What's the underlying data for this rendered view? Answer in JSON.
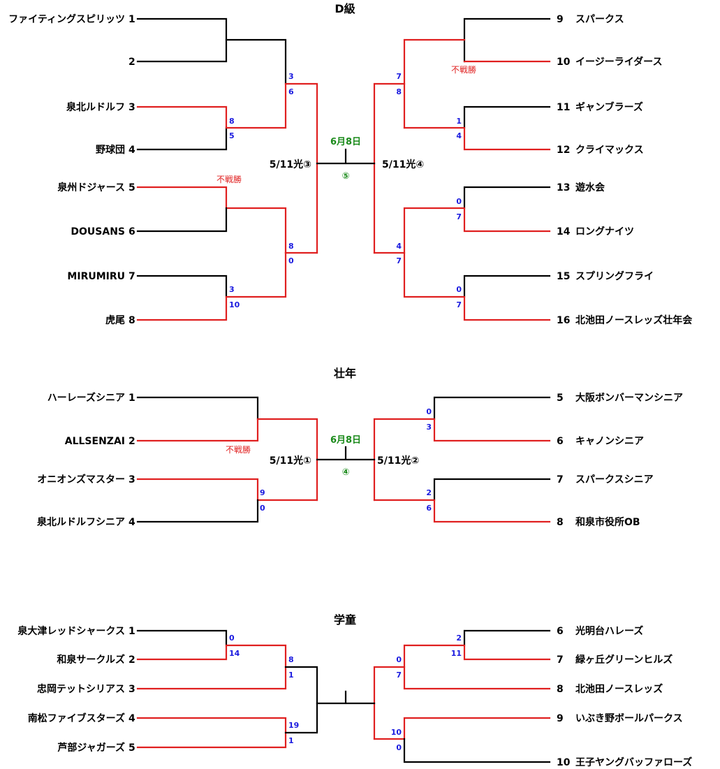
{
  "colors": {
    "win": "#e02020",
    "line": "#000000",
    "score": "#1a1adf",
    "final": "#1a8a1a"
  },
  "d": {
    "title": "D級",
    "left_teams": [
      {
        "name": "ファイティングスピリッツ",
        "num": "1"
      },
      {
        "name": "",
        "num": "2"
      },
      {
        "name": "泉北ルドルフ",
        "num": "3"
      },
      {
        "name": "野球団",
        "num": "4"
      },
      {
        "name": "泉州ドジャース",
        "num": "5"
      },
      {
        "name": "DOUSANS",
        "num": "6"
      },
      {
        "name": "MIRUMIRU",
        "num": "7"
      },
      {
        "name": "虎尾",
        "num": "8"
      }
    ],
    "right_teams": [
      {
        "num": "9",
        "name": "スパークス"
      },
      {
        "num": "10",
        "name": "イージーライダース"
      },
      {
        "num": "11",
        "name": "ギャンブラーズ"
      },
      {
        "num": "12",
        "name": "クライマックス"
      },
      {
        "num": "13",
        "name": "遊水会"
      },
      {
        "num": "14",
        "name": "ロングナイツ"
      },
      {
        "num": "15",
        "name": "スプリングフライ"
      },
      {
        "num": "16",
        "name": "北池田ノースレッズ壮年会"
      }
    ],
    "scores": {
      "l34": [
        "8",
        "5"
      ],
      "l78": [
        "3",
        "10"
      ],
      "l_sf_top": [
        "3",
        "6"
      ],
      "l_sf_bot": [
        "8",
        "0"
      ],
      "r11_12": [
        "1",
        "4"
      ],
      "r13_14": [
        "0",
        "7"
      ],
      "r15_16": [
        "0",
        "7"
      ],
      "r_sf_top": [
        "7",
        "8"
      ],
      "r_sf_bot": [
        "4",
        "7"
      ]
    },
    "walkover": "不戦勝",
    "left_semi": "5/11光③",
    "right_semi": "5/11光④",
    "final_date": "6月8日",
    "final_no": "⑤"
  },
  "s": {
    "title": "壮年",
    "left_teams": [
      {
        "name": "ハーレーズシニア",
        "num": "1"
      },
      {
        "name": "ALLSENZAI",
        "num": "2"
      },
      {
        "name": "オニオンズマスター",
        "num": "3"
      },
      {
        "name": "泉北ルドルフシニア",
        "num": "4"
      }
    ],
    "right_teams": [
      {
        "num": "5",
        "name": "大阪ボンバーマンシニア"
      },
      {
        "num": "6",
        "name": "キャノンシニア"
      },
      {
        "num": "7",
        "name": "スパークスシニア"
      },
      {
        "num": "8",
        "name": "和泉市役所OB"
      }
    ],
    "scores": {
      "l34": [
        "9",
        "0"
      ],
      "r56": [
        "0",
        "3"
      ],
      "r78": [
        "2",
        "6"
      ]
    },
    "walkover": "不戦勝",
    "left_semi": "5/11光①",
    "right_semi": "5/11光②",
    "final_date": "6月8日",
    "final_no": "④"
  },
  "g": {
    "title": "学童",
    "left_teams": [
      {
        "name": "泉大津レッドシャークス",
        "num": "1"
      },
      {
        "name": "和泉サークルズ",
        "num": "2"
      },
      {
        "name": "忠岡テットシリアス",
        "num": "3"
      },
      {
        "name": "南松ファイブスターズ",
        "num": "4"
      },
      {
        "name": "芦部ジャガーズ",
        "num": "5"
      }
    ],
    "right_teams": [
      {
        "num": "6",
        "name": "光明台ハレーズ"
      },
      {
        "num": "7",
        "name": "緑ヶ丘グリーンヒルズ"
      },
      {
        "num": "8",
        "name": "北池田ノースレッズ"
      },
      {
        "num": "9",
        "name": "いぶき野ボールパークス"
      },
      {
        "num": "10",
        "name": "王子ヤングバッファローズ"
      }
    ],
    "scores": {
      "l12": [
        "0",
        "14"
      ],
      "l_top": [
        "8",
        "1"
      ],
      "l_bot": [
        "19",
        "1"
      ],
      "r67": [
        "2",
        "11"
      ],
      "r_top": [
        "0",
        "7"
      ],
      "r_bot": [
        "10",
        "0"
      ]
    }
  }
}
